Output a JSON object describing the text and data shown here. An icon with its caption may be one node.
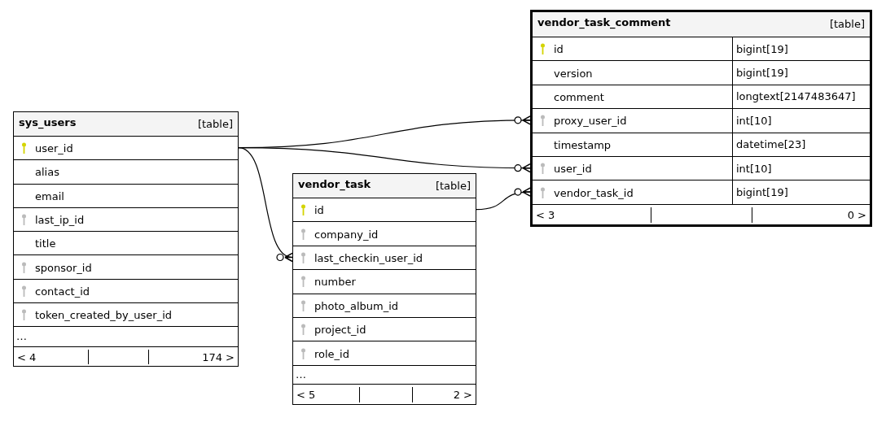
{
  "diagram": {
    "nodes": [
      {
        "text": [
          "sys_users",
          "[table]"
        ]
      },
      {
        "text": [
          "user_id"
        ],
        "in": 0
      },
      {
        "text": [
          "alias"
        ],
        "in": 0
      },
      {
        "text": [
          "email"
        ],
        "in": 0
      },
      {
        "text": [
          "last_ip_id"
        ],
        "in": 0
      },
      {
        "text": [
          "title"
        ],
        "in": 0
      },
      {
        "text": [
          "sponsor_id"
        ],
        "in": 0
      },
      {
        "text": [
          "contact_id"
        ],
        "in": 0
      },
      {
        "text": [
          "token_created_by_user_id"
        ],
        "in": 0
      },
      {
        "text": [
          "…"
        ],
        "in": 0
      },
      {
        "text": [
          "< 4",
          "174 >"
        ],
        "in": 0
      },
      {
        "text": [
          "vendor_task",
          "[table]"
        ]
      },
      {
        "text": [
          "id"
        ],
        "in": 11
      },
      {
        "text": [
          "company_id"
        ],
        "in": 11
      },
      {
        "text": [
          "last_checkin_user_id"
        ],
        "in": 11
      },
      {
        "text": [
          "number"
        ],
        "in": 11
      },
      {
        "text": [
          "photo_album_id"
        ],
        "in": 11
      },
      {
        "text": [
          "project_id"
        ],
        "in": 11
      },
      {
        "text": [
          "role_id"
        ],
        "in": 11
      },
      {
        "text": [
          "…"
        ],
        "in": 11
      },
      {
        "text": [
          "< 5",
          "2 >"
        ],
        "in": 11
      },
      {
        "text": [
          "vendor_task_comment",
          "[table]"
        ]
      },
      {
        "text": [
          "id",
          "bigint[19]"
        ],
        "in": 21
      },
      {
        "text": [
          "version",
          "bigint[19]"
        ],
        "in": 21
      },
      {
        "text": [
          "comment",
          "longtext[2147483647]"
        ],
        "in": 21
      },
      {
        "text": [
          "proxy_user_id",
          "int[10]"
        ],
        "in": 21
      },
      {
        "text": [
          "timestamp",
          "datetime[23]"
        ],
        "in": 21
      },
      {
        "text": [
          "user_id",
          "int[10]"
        ],
        "in": 21
      },
      {
        "text": [
          "vendor_task_id",
          "bigint[19]"
        ],
        "in": 21
      },
      {
        "text": [
          "< 3",
          "0 >"
        ],
        "in": 21
      }
    ],
    "edges": [
      {
        "from": 1,
        "to": 25,
        "arrow": "other"
      },
      {
        "from": 1,
        "to": 27,
        "arrow": "other"
      },
      {
        "from": 1,
        "to": 14,
        "arrow": "other"
      },
      {
        "from": 12,
        "to": 28,
        "arrow": "other"
      }
    ]
  }
}
